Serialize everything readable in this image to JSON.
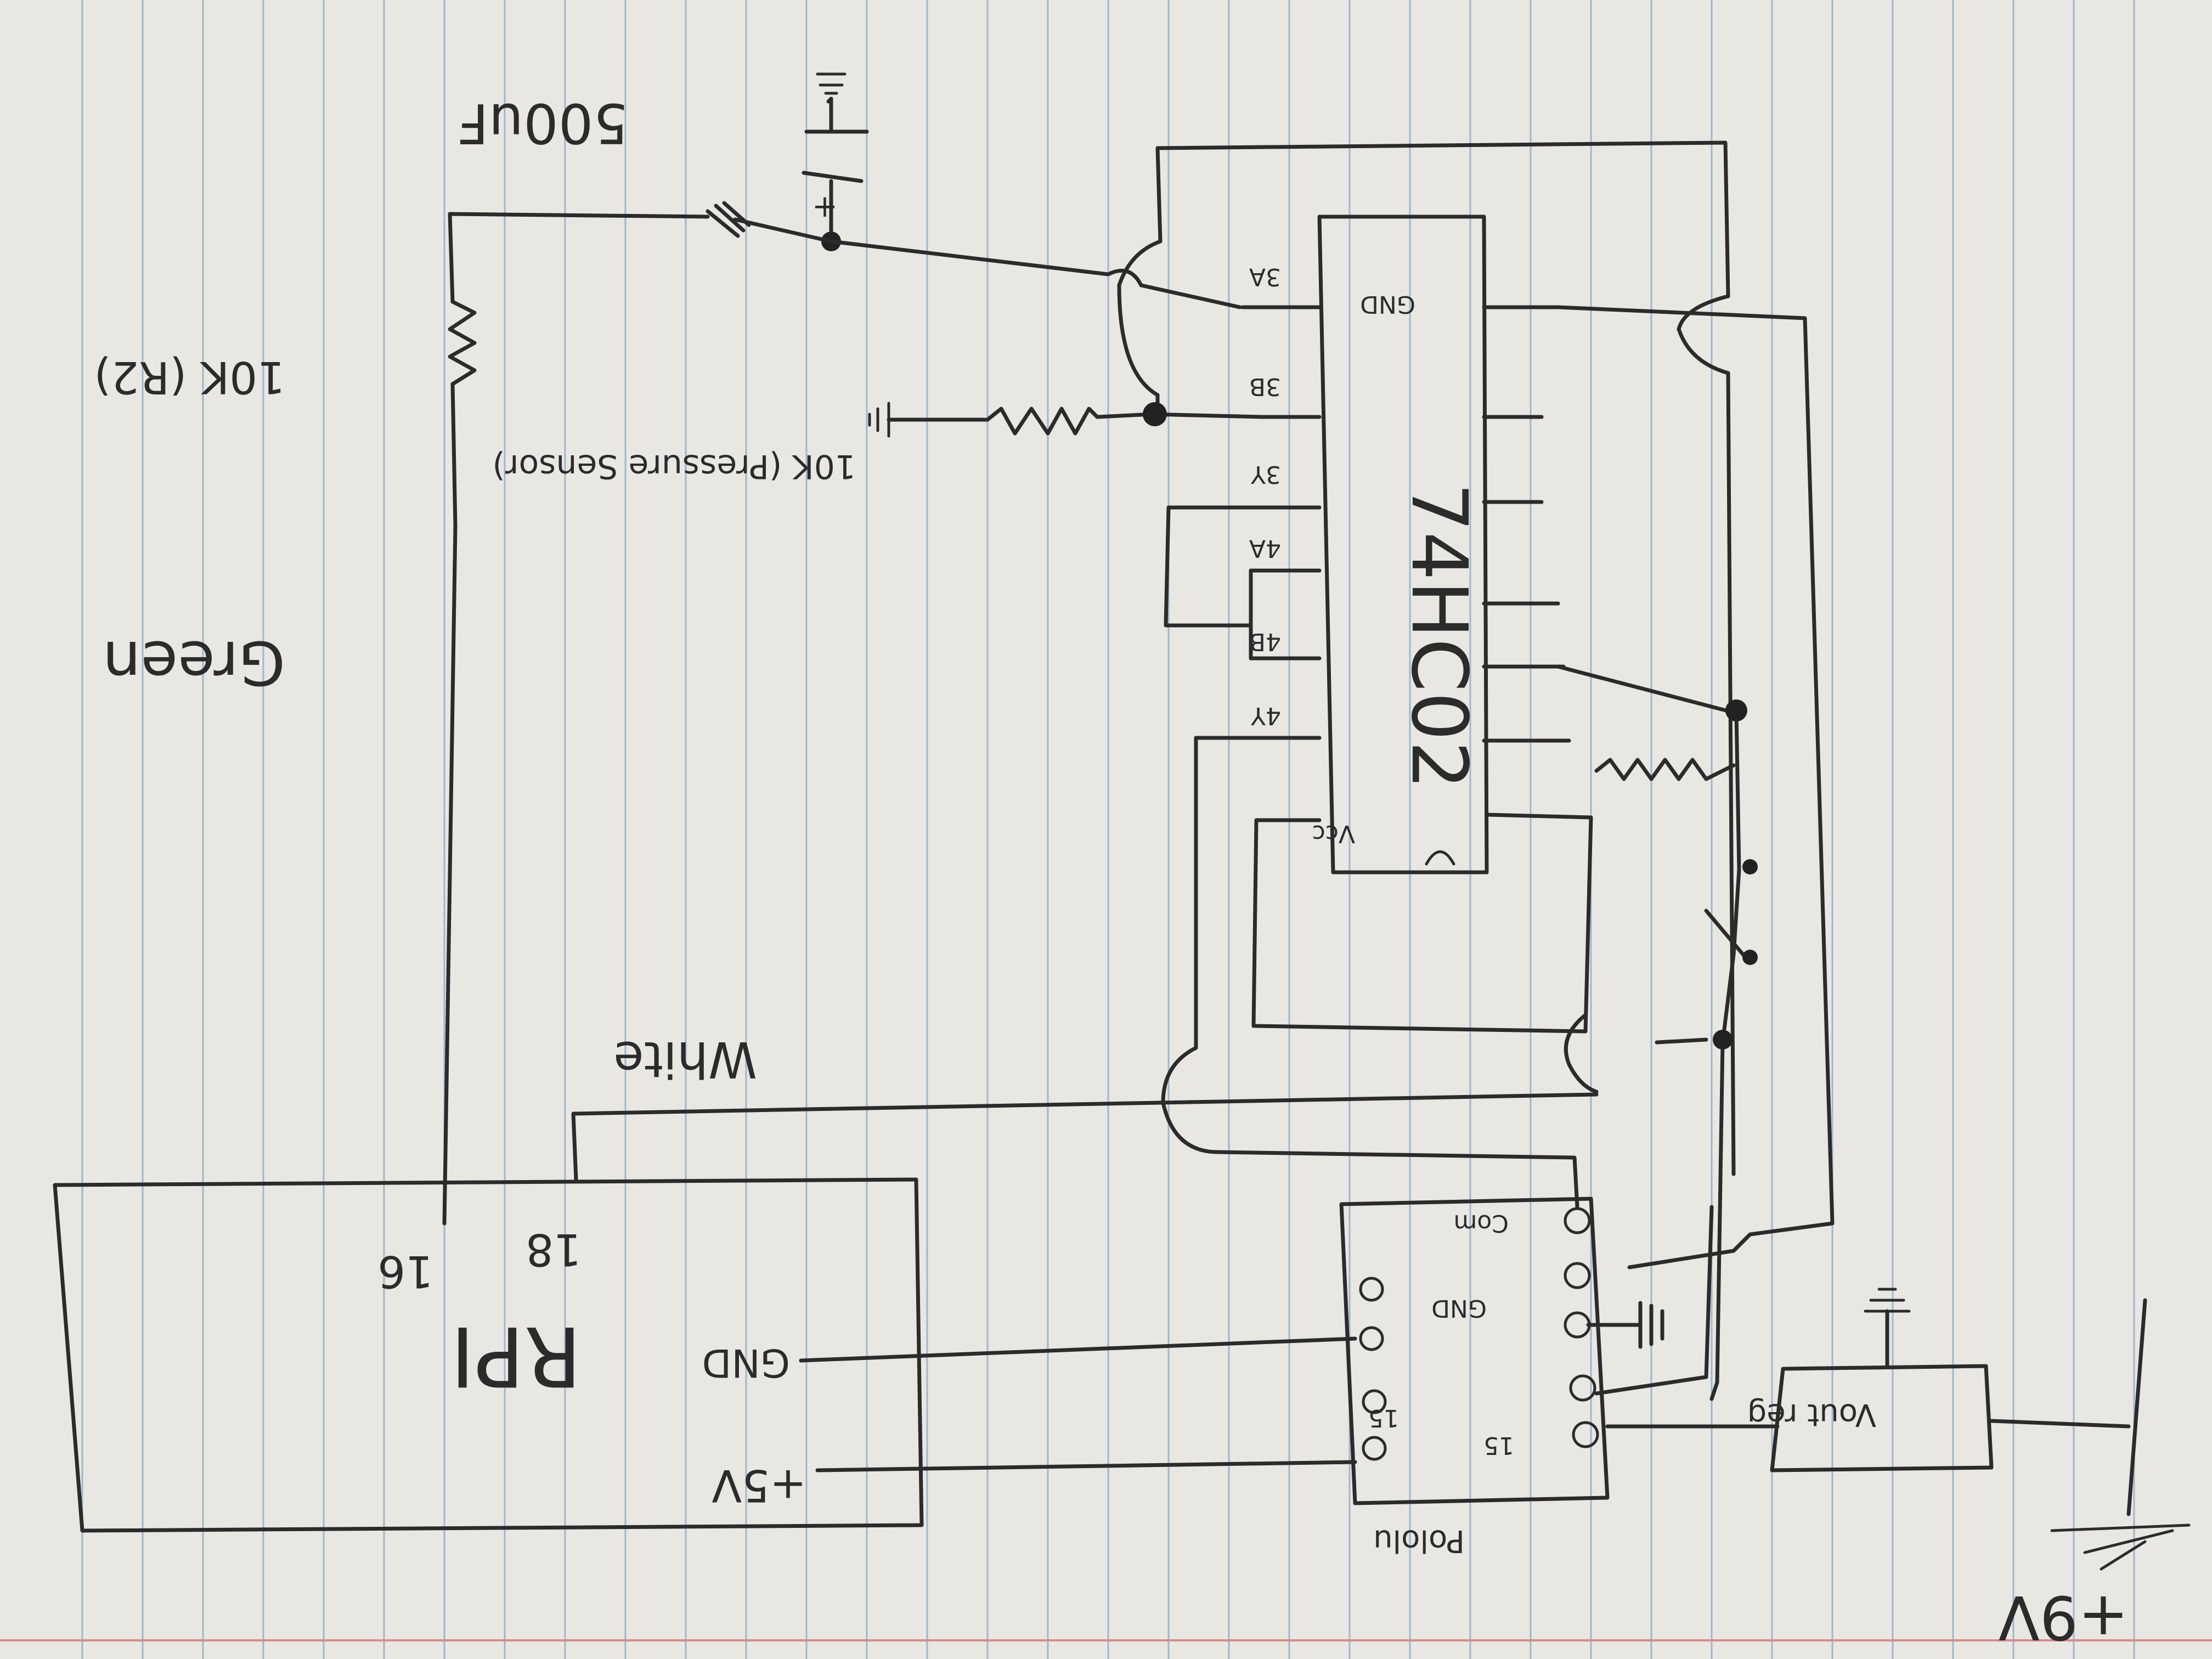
{
  "components": {
    "chip_label": "74HC02",
    "rpi_label": "RPI",
    "pololu_label": "Pololu",
    "vreg_label": "Vout reg",
    "cap_label": "500uF",
    "resistor_top_label": "10K (R2)",
    "pot_label": "10K (Pressure Sensor)",
    "green_label": "Green",
    "white_label": "White",
    "battery_label": "+9V"
  },
  "pins": {
    "p3a": "3A",
    "p3b": "3B",
    "p3y": "3Y",
    "p4a": "4A",
    "p4b": "4B",
    "p4y": "4Y",
    "vcc": "Vcc",
    "gnd": "GND",
    "rpi_16": "16",
    "rpi_18": "18",
    "rpi_gnd": "GND",
    "rpi_5v": "+5V",
    "pololu_com": "Com",
    "pololu_gnd": "GND",
    "pololu_15": "15",
    "pololu_15b": "15"
  },
  "colors": {
    "paper": "#e9e7e1",
    "ink": "#2b2b2b",
    "rule": "#9db7cf",
    "margin": "#d98b8b"
  }
}
